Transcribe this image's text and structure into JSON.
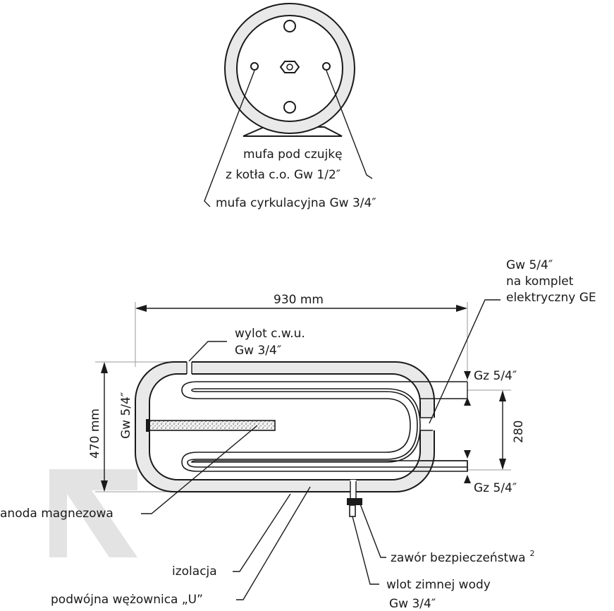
{
  "end_view": {
    "label_sensor_line1": "mufa pod czujkę",
    "label_sensor_line2": "z kotła c.o. Gw 1/2″",
    "label_circulation": "mufa cyrkulacyjna Gw 3/4″"
  },
  "side_view": {
    "dim_length": "930 mm",
    "dim_height": "470 mm",
    "dim_coil_spacing": "280",
    "label_gw54_vertical": "Gw 5/4″",
    "label_hot_outlet_line1": "wylot c.w.u.",
    "label_hot_outlet_line2": "Gw 3/4″",
    "label_heater_line1": "Gw 5/4″",
    "label_heater_line2": "na komplet",
    "label_heater_line3": "elektryczny GE",
    "label_gz_top": "Gz 5/4″",
    "label_gz_bottom": "Gz 5/4″",
    "label_anode": "anoda magnezowa",
    "label_insulation": "izolacja",
    "label_coil": "podwójna wężownica „U”",
    "label_valve": "zawór bezpieczeństwa",
    "label_valve_sup": "2",
    "label_cold_inlet_line1": "wlot zimnej wody",
    "label_cold_inlet_line2": "Gw 3/4″"
  },
  "colors": {
    "outline": "#1a1a1a",
    "insulation_fill": "#e9e9e9",
    "watermark": "#e3e3e3"
  }
}
